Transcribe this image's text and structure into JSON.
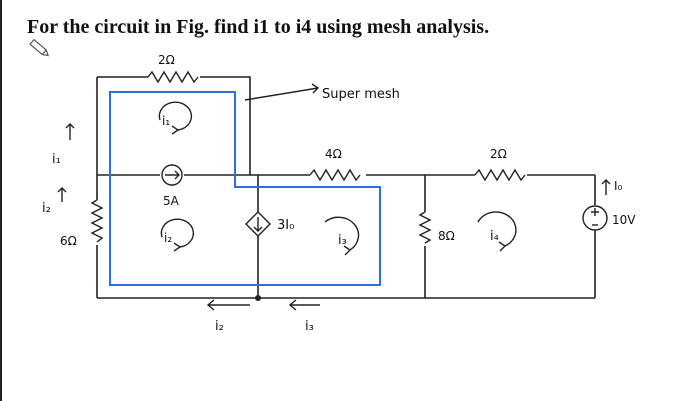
{
  "question": {
    "title": "For the circuit in Fig. find i1 to i4 using mesh analysis."
  },
  "annotations": {
    "supermesh": "Super mesh"
  },
  "components": {
    "r_top": "2Ω",
    "r_mid": "4Ω",
    "r_right": "2Ω",
    "r_left": "6Ω",
    "r_center": "8Ω",
    "current_source": "5A",
    "dependent_source": "3I₀",
    "voltage_source": "10V"
  },
  "currents": {
    "i1": "i₁",
    "i2": "i₂",
    "i3": "i₃",
    "i4": "i₄",
    "i0": "I₀"
  },
  "colors": {
    "supermesh_outline": "#2f6fd6",
    "ink": "#222222"
  },
  "icons": [
    "pencil-icon",
    "arrow-icon",
    "mesh-arrow-icon"
  ]
}
